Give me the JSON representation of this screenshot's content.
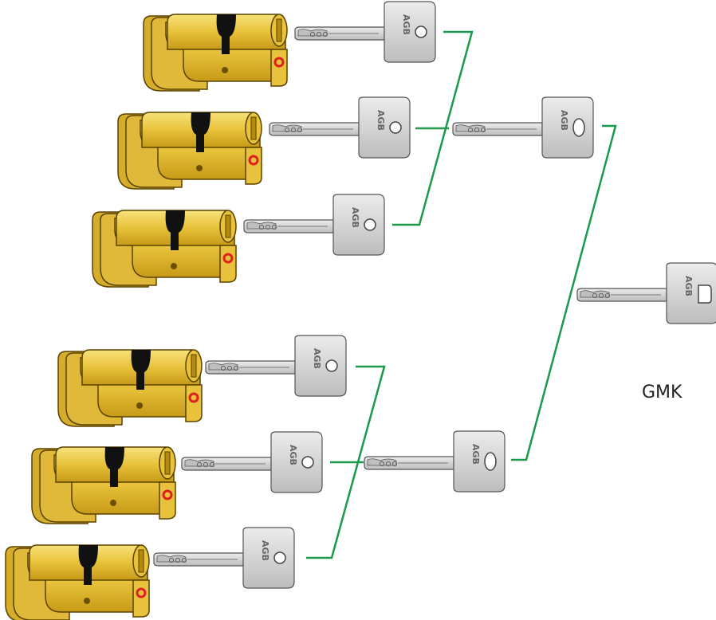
{
  "diagram": {
    "gmk_label": "GMK",
    "brand": "AGB",
    "colors": {
      "connector": "#1a9a4a",
      "brass": "#e8c23a",
      "brass_dark": "#b58a10",
      "key": "#d4d4d4",
      "key_outline": "#555555",
      "ring": "#e02020"
    },
    "groups": [
      {
        "name": "group-a",
        "cylinders": [
          "cylinder-1",
          "cylinder-2",
          "cylinder-3"
        ],
        "master_key": "master-key-a"
      },
      {
        "name": "group-b",
        "cylinders": [
          "cylinder-4",
          "cylinder-5",
          "cylinder-6"
        ],
        "master_key": "master-key-b"
      }
    ]
  }
}
